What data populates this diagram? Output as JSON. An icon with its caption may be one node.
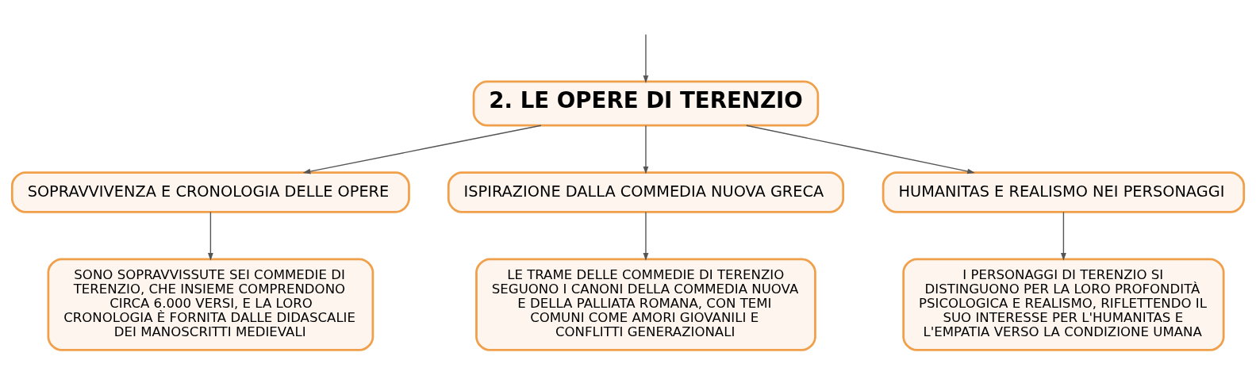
{
  "diagram": {
    "nodes": [
      {
        "text": [
          "2. LE OPERE DI TERENZIO"
        ]
      },
      {
        "text": [
          "SOPRAVVIVENZA E CRONOLOGIA DELLE OPERE"
        ]
      },
      {
        "text": [
          "ISPIRAZIONE DALLA COMMEDIA NUOVA GRECA"
        ]
      },
      {
        "text": [
          "HUMANITAS E REALISMO NEI PERSONAGGI"
        ]
      },
      {
        "text": [
          "SONO SOPRAVVISSUTE SEI COMMEDIE DI TERENZIO, CHE INSIEME COMPRENDONO CIRCA 6.000 VERSI, E LA LORO CRONOLOGIA È FORNITA DALLE DIDASCALIE DEI MANOSCRITTI MEDIEVALI"
        ]
      },
      {
        "text": [
          "LE TRAME DELLE COMMEDIE DI TERENZIO SEGUONO I CANONI DELLA COMMEDIA NUOVA E DELLA PALLIATA ROMANA, CON TEMI COMUNI COME AMORI GIOVANILI E CONFLITTI GENERAZIONALI"
        ]
      },
      {
        "text": [
          "I PERSONAGGI DI TERENZIO SI DISTINGUONO PER LA LORO PROFONDITÀ PSICOLOGICA E REALISMO, RIFLETTENDO IL SUO INTERESSE PER L'HUMANITAS E L'EMPATIA VERSO LA CONDIZIONE UMANA"
        ]
      }
    ],
    "edges": [
      {
        "from": null,
        "to": 0,
        "arrow": "to"
      },
      {
        "from": 0,
        "to": 1,
        "arrow": "to"
      },
      {
        "from": 0,
        "to": 2,
        "arrow": "to"
      },
      {
        "from": 0,
        "to": 3,
        "arrow": "to"
      },
      {
        "from": 1,
        "to": 4,
        "arrow": "to"
      },
      {
        "from": 2,
        "to": 5,
        "arrow": "to"
      },
      {
        "from": 3,
        "to": 6,
        "arrow": "to"
      }
    ]
  }
}
